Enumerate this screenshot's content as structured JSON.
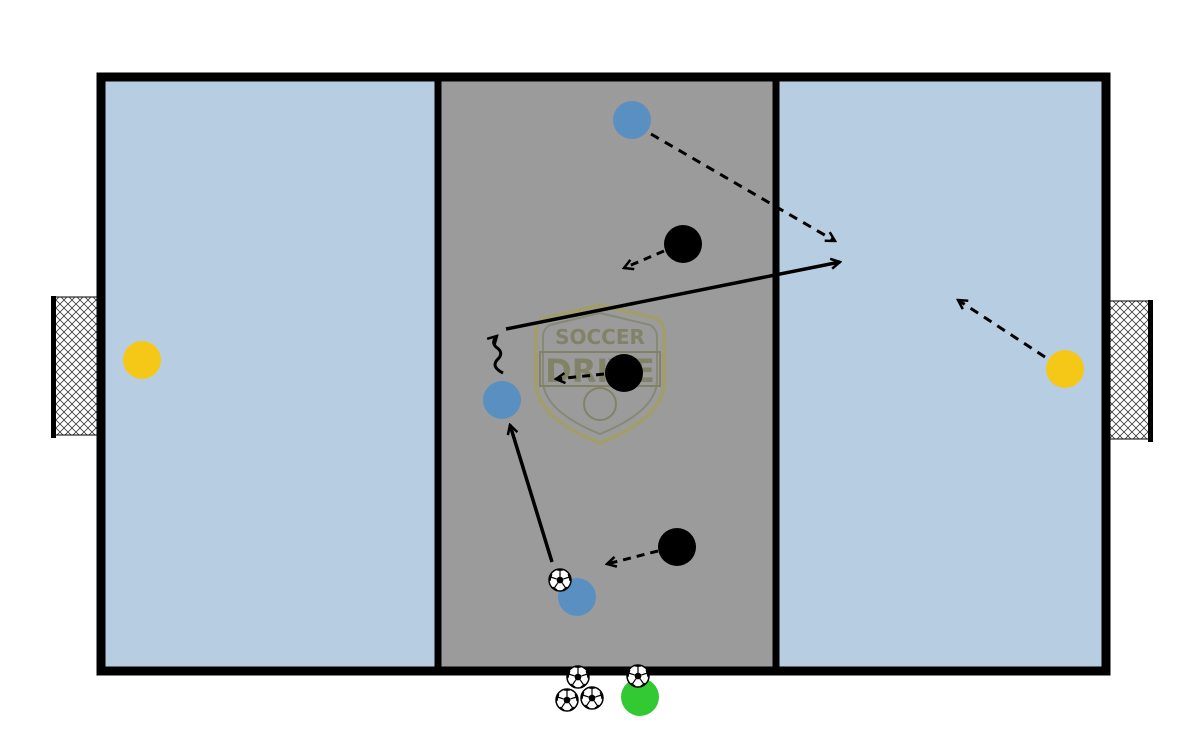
{
  "diagram": {
    "type": "soccer-drill",
    "colors": {
      "background": "#ffffff",
      "end_zone": "#b7cde1",
      "middle_zone": "#9b9b9b",
      "outline": "#000000",
      "attacker": "#5a8fc2",
      "defender": "#000000",
      "target_player": "#f5c818",
      "coach": "#33c933",
      "logo": "#8f8a45"
    },
    "logo": {
      "line1": "SOCCER",
      "line2": "DRIVE"
    },
    "players": [
      {
        "role": "attacker",
        "label": "blue-player-top"
      },
      {
        "role": "attacker",
        "label": "blue-player-middle"
      },
      {
        "role": "attacker",
        "label": "blue-player-bottom"
      },
      {
        "role": "defender",
        "label": "black-player-top"
      },
      {
        "role": "defender",
        "label": "black-player-middle"
      },
      {
        "role": "defender",
        "label": "black-player-bottom"
      },
      {
        "role": "target",
        "label": "yellow-player-left"
      },
      {
        "role": "target",
        "label": "yellow-player-right"
      },
      {
        "role": "coach",
        "label": "green-coach"
      }
    ],
    "arrows": {
      "solid": "pass",
      "dashed": "run",
      "wavy": "dribble"
    },
    "icons": [
      "soccer-ball-icon",
      "goal-net-icon",
      "soccer-drive-logo"
    ]
  }
}
